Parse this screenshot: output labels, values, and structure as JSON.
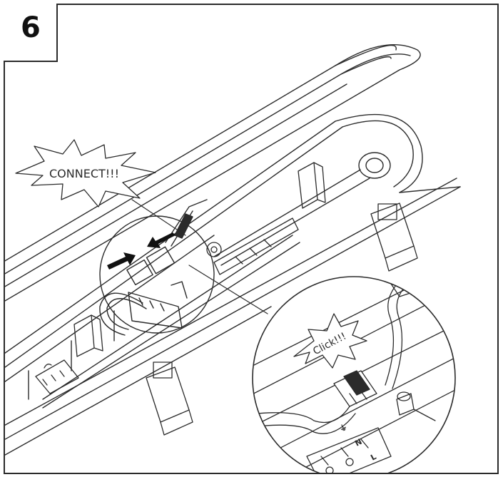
{
  "step": {
    "number": "6"
  },
  "callouts": {
    "connect": "CONNECT!!!",
    "click": "Click!!!"
  },
  "terminal_labels": [
    "⏚",
    "N",
    "L"
  ],
  "colors": {
    "line": "#2b2b2b",
    "arrow": "#111111",
    "background": "#ffffff"
  }
}
